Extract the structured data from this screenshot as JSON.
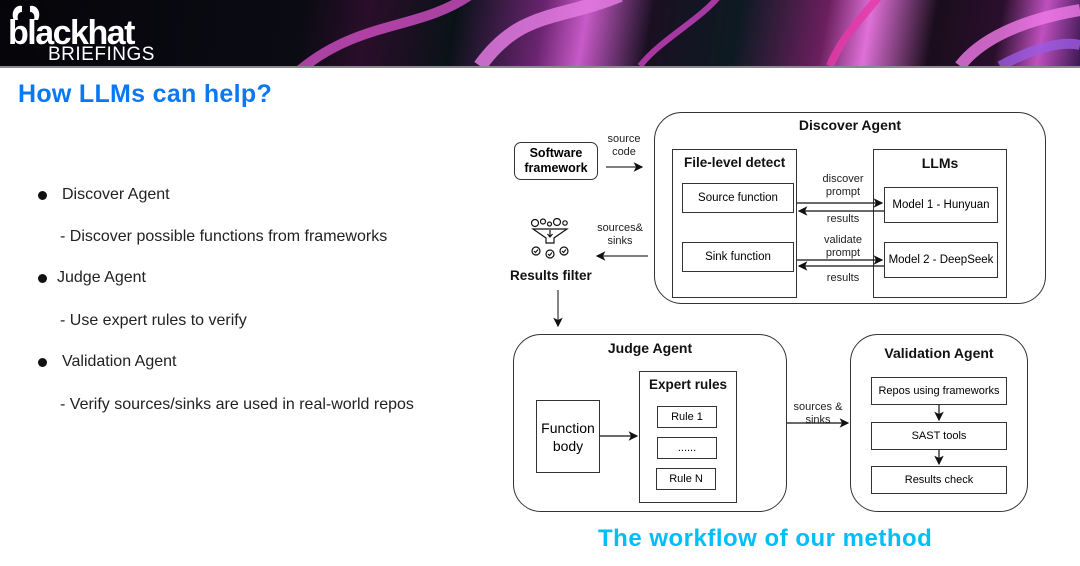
{
  "header": {
    "logo_main": "blackhat",
    "logo_sub": "BRIEFINGS"
  },
  "slide": {
    "title": "How LLMs can help?",
    "bullets": [
      {
        "label": "Discover Agent",
        "detail": "- Discover possible functions from frameworks"
      },
      {
        "label": "Judge Agent",
        "detail": "- Use expert rules to verify"
      },
      {
        "label": "Validation Agent",
        "detail": "- Verify sources/sinks are used in real-world repos"
      }
    ],
    "caption": "The workflow of our method"
  },
  "diagram": {
    "software_framework": "Software framework",
    "source_code_label": "source code",
    "discover_agent": {
      "title": "Discover Agent",
      "file_level": {
        "title": "File-level detect",
        "source_function": "Source function",
        "sink_function": "Sink function"
      },
      "llms": {
        "title": "LLMs",
        "model1": "Model 1 - Hunyuan",
        "model2": "Model 2 - DeepSeek"
      },
      "discover_prompt": "discover prompt",
      "validate_prompt": "validate prompt",
      "results1": "results",
      "results2": "results"
    },
    "sources_sinks_label": "sources& sinks",
    "results_filter": "Results filter",
    "judge_agent": {
      "title": "Judge Agent",
      "function_body": "Function body",
      "expert_rules": {
        "title": "Expert rules",
        "rules": [
          "Rule 1",
          "......",
          "Rule N"
        ]
      }
    },
    "sources_sinks_label2": "sources & sinks",
    "validation_agent": {
      "title": "Validation Agent",
      "steps": [
        "Repos using frameworks",
        "SAST tools",
        "Results check"
      ]
    }
  },
  "colors": {
    "title": "#0a78f0",
    "caption": "#00bff5"
  }
}
